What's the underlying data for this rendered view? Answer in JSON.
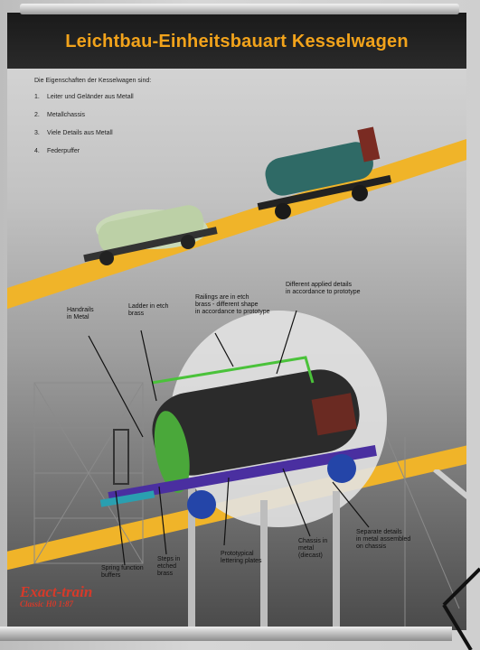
{
  "title": "Leichtbau-Einheitsbauart Kesselwagen",
  "intro": "Die Eigenschaften der Kesselwagen sind:",
  "features": [
    {
      "num": "1.",
      "text": "Leiter und Geländer aus Metall"
    },
    {
      "num": "2.",
      "text": "Metallchassis"
    },
    {
      "num": "3.",
      "text": "Viele Details aus Metall"
    },
    {
      "num": "4.",
      "text": "Federpuffer"
    }
  ],
  "callouts": {
    "handrails": [
      "Handrails",
      "in Metal"
    ],
    "ladder": [
      "Ladder in etch",
      "brass"
    ],
    "railings": [
      "Railings are in etch",
      "brass - different shape",
      "in accordance to prototype"
    ],
    "applied_details": [
      "Different applied details",
      "in accordance to prototype"
    ],
    "spring_buffers": [
      "Spring function",
      "buffers"
    ],
    "steps": [
      "Steps in",
      "etched",
      "brass"
    ],
    "lettering": [
      "Prototypical",
      "lettering plates"
    ],
    "chassis": [
      "Chassis in",
      "metal",
      "(diecast)"
    ],
    "separate_details": [
      "Separate details",
      "in metal assembled",
      "on chassis"
    ]
  },
  "logo": {
    "line1": "Exact-train",
    "line2": "Classic H0 1:87"
  },
  "colors": {
    "title": "#f2a31b",
    "stripe": "#f0b429",
    "logo": "#d63a2a"
  }
}
